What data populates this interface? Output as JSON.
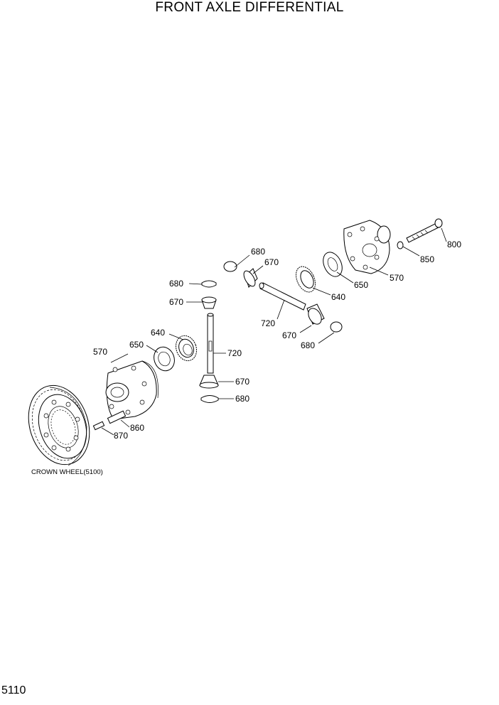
{
  "title": "FRONT AXLE DIFFERENTIAL",
  "page_number": "5110",
  "caption": "CROWN WHEEL(5100)",
  "callouts": {
    "c800": "800",
    "c850": "850",
    "c570_right": "570",
    "c650_right": "650",
    "c640_right": "640",
    "c680_top": "680",
    "c670_top": "670",
    "c720_right": "720",
    "c670_right": "670",
    "c680_right": "680",
    "c680_upper_left": "680",
    "c670_upper_left": "670",
    "c640_left": "640",
    "c650_left": "650",
    "c570_left": "570",
    "c720_left": "720",
    "c670_lower": "670",
    "c680_lower": "680",
    "c860": "860",
    "c870": "870"
  }
}
